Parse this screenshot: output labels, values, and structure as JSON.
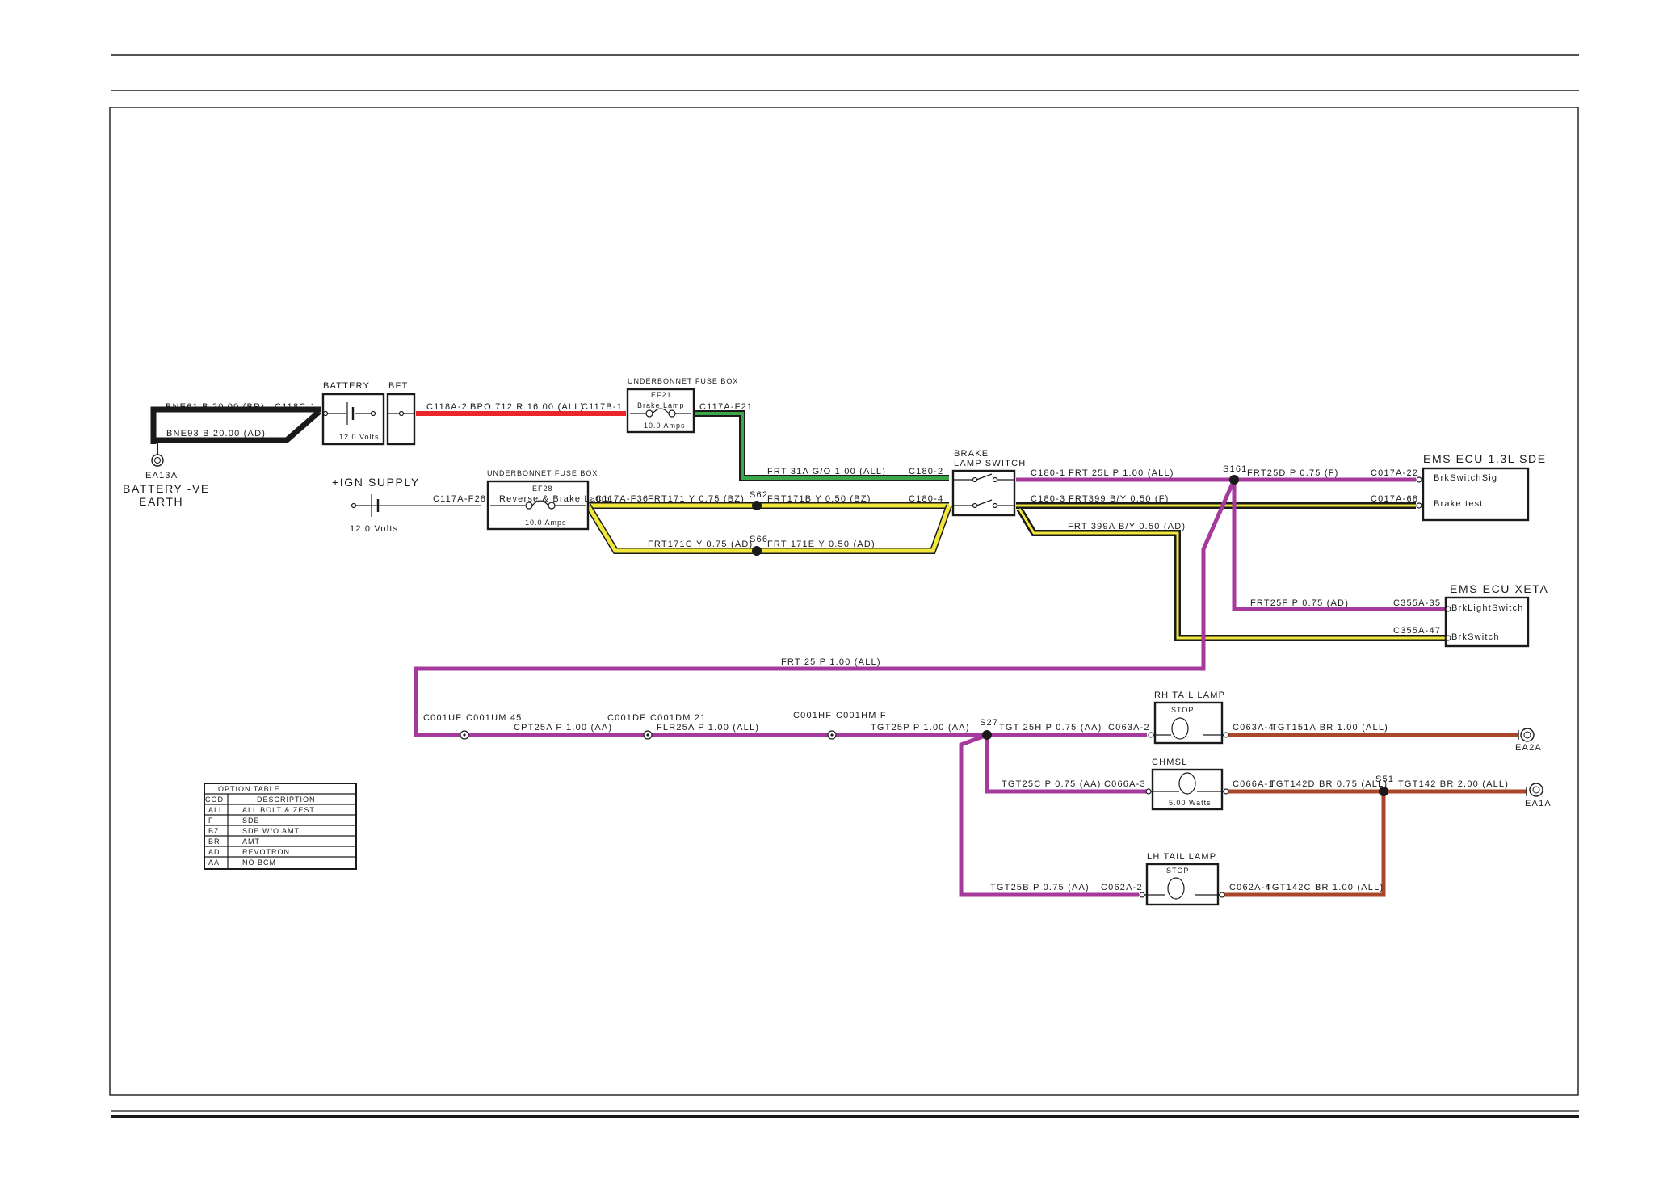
{
  "colors": {
    "black": "#1a1a1a",
    "red": "#e8262c",
    "green": "#3aa84a",
    "yellow": "#f0e63c",
    "purple": "#a53a9c",
    "brown": "#a8472a"
  },
  "components": {
    "battery": {
      "title": "BATTERY",
      "volts": "12.0 Volts"
    },
    "bft": {
      "title": "BFT"
    },
    "earth_ea13a": {
      "id": "EA13A",
      "label_line1": "BATTERY -VE",
      "label_line2": "EARTH"
    },
    "fusebox1": {
      "title": "UNDERBONNET FUSE BOX",
      "fuse_id": "EF21",
      "fuse_name": "Brake Lamp",
      "rating": "10.0 Amps"
    },
    "ign_supply": {
      "title": "+IGN SUPPLY",
      "volts": "12.0 Volts"
    },
    "fusebox2": {
      "title": "UNDERBONNET FUSE BOX",
      "fuse_id": "EF28",
      "fuse_name": "Reverse & Brake Lamp",
      "rating": "10.0 Amps"
    },
    "brake_switch": {
      "title_line1": "BRAKE",
      "title_line2": "LAMP SWITCH"
    },
    "ems_sde": {
      "title": "EMS ECU 1.3L SDE",
      "pin1": "BrkSwitchSig",
      "pin2": "Brake test"
    },
    "ems_xeta": {
      "title": "EMS ECU XETA",
      "pin1": "BrkLightSwitch",
      "pin2": "BrkSwitch"
    },
    "rh_tail": {
      "title": "RH TAIL LAMP",
      "tag": "STOP"
    },
    "chmsl": {
      "title": "CHMSL",
      "watts": "5.00 Watts"
    },
    "lh_tail": {
      "title": "LH TAIL LAMP",
      "tag": "STOP"
    },
    "earth_ea2a": {
      "id": "EA2A"
    },
    "earth_ea1a": {
      "id": "EA1A"
    }
  },
  "wire_labels": {
    "bne61": "BNE61 B 20.00 (BR)",
    "c118c1": "C118C-1",
    "bne93": "BNE93 B 20.00 (AD)",
    "c118a2": "C118A-2",
    "bpo712": "BPO 712 R 16.00 (ALL)",
    "c117b1": "C117B-1",
    "c117a_f21": "C117A-F21",
    "frt31a": "FRT 31A G/O 1.00 (ALL)",
    "c180_2": "C180-2",
    "c117a_f28": "C117A-F28",
    "c117a_f36": "C117A-F36",
    "frt171": "FRT171 Y 0.75 (BZ)",
    "s62": "S62",
    "frt171b": "FRT171B Y 0.50 (BZ)",
    "c180_4": "C180-4",
    "frt171c": "FRT171C Y 0.75 (AD)",
    "s66": "S66",
    "frt171e": "FRT 171E Y 0.50 (AD)",
    "c180_1": "C180-1",
    "frt25l": "FRT 25L P 1.00 (ALL)",
    "s161": "S161",
    "frt25d": "FRT25D P 0.75 (F)",
    "c017a22": "C017A-22",
    "c180_3": "C180-3",
    "frt399": "FRT399 B/Y 0.50 (F)",
    "c017a68": "C017A-68",
    "frt399a": "FRT 399A B/Y 0.50 (AD)",
    "frt25f": "FRT25F P 0.75 (AD)",
    "c355a35": "C355A-35",
    "c355a47": "C355A-47",
    "frt25": "FRT  25 P 1.00 (ALL)",
    "c001uf": "C001UF",
    "c001um": "C001UM 45",
    "cpt25a": "CPT25A P 1.00 (AA)",
    "c001df": "C001DF",
    "c001dm": "C001DM 21",
    "flr25a": "FLR25A P 1.00 (ALL)",
    "c001hf": "C001HF",
    "c001hm": "C001HM F",
    "tgt25p": "TGT25P P 1.00 (AA)",
    "s27": "S27",
    "tgt25h": "TGT 25H P 0.75 (AA)",
    "c063a2": "C063A-2",
    "c063a4": "C063A-4",
    "tgt151a": "TGT151A BR 1.00 (ALL)",
    "tgt25c": "TGT25C P 0.75 (AA)",
    "c066a3": "C066A-3",
    "c066a1": "C066A-1",
    "tgt142d": "TGT142D BR 0.75 (ALL)",
    "s51": "S51",
    "tgt142": "TGT142 BR 2.00 (ALL)",
    "tgt25b": "TGT25B P 0.75 (AA)",
    "c062a2": "C062A-2",
    "c062a4": "C062A-4",
    "tgt142c": "TGT142C BR 1.00 (ALL)"
  },
  "option_table": {
    "title": "OPTION TABLE",
    "header_code": "COD",
    "header_desc": "DESCRIPTION",
    "rows": [
      {
        "code": "ALL",
        "desc": "ALL BOLT & ZEST"
      },
      {
        "code": "F",
        "desc": "SDE"
      },
      {
        "code": "BZ",
        "desc": "SDE W/O AMT"
      },
      {
        "code": "BR",
        "desc": "AMT"
      },
      {
        "code": "AD",
        "desc": "REVOTRON"
      },
      {
        "code": "AA",
        "desc": "NO BCM"
      }
    ]
  }
}
